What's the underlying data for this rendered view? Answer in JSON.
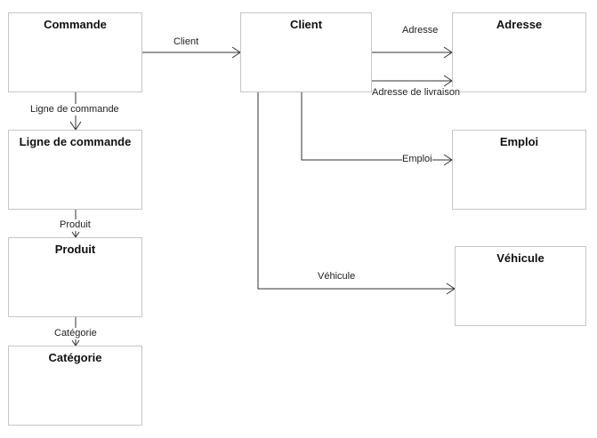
{
  "entities": {
    "commande": "Commande",
    "ligne": "Ligne de commande",
    "produit": "Produit",
    "categorie": "Catégorie",
    "client": "Client",
    "adresse": "Adresse",
    "emploi": "Emploi",
    "vehicule": "Véhicule"
  },
  "relations": {
    "commande_client": "Client",
    "commande_ligne": "Ligne de commande",
    "ligne_produit": "Produit",
    "produit_categorie": "Catégorie",
    "client_adresse": "Adresse",
    "client_adresse_livraison": "Adresse de livraison",
    "client_emploi": "Emploi",
    "client_vehicule": "Véhicule"
  },
  "colors": {
    "line": "#333333",
    "border": "#c6c6c6"
  }
}
